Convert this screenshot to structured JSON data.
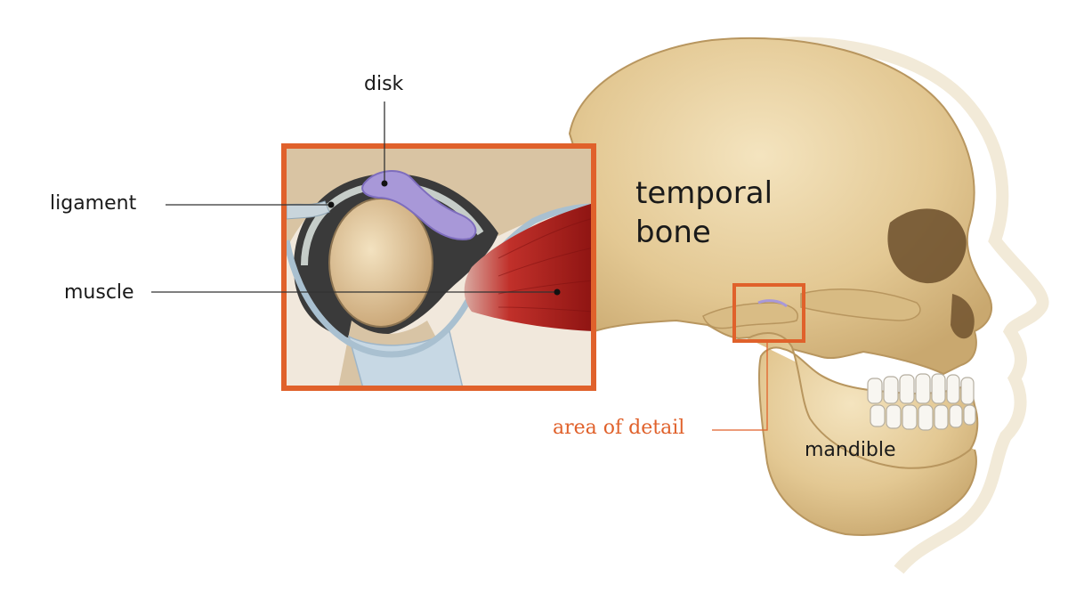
{
  "labels": {
    "disk": "disk",
    "ligament": "ligament",
    "muscle": "muscle",
    "temporal_bone_line1": "temporal",
    "temporal_bone_line2": "bone",
    "mandible": "mandible",
    "area_of_detail": "area of detail"
  },
  "colors": {
    "bone": "#e6cfa0",
    "bone_shadow": "#c9a86f",
    "detail_frame": "#e0612b",
    "disk": "#a898d8",
    "muscle": "#b0201c",
    "ligament": "#b9cfe0",
    "background": "#ffffff"
  }
}
